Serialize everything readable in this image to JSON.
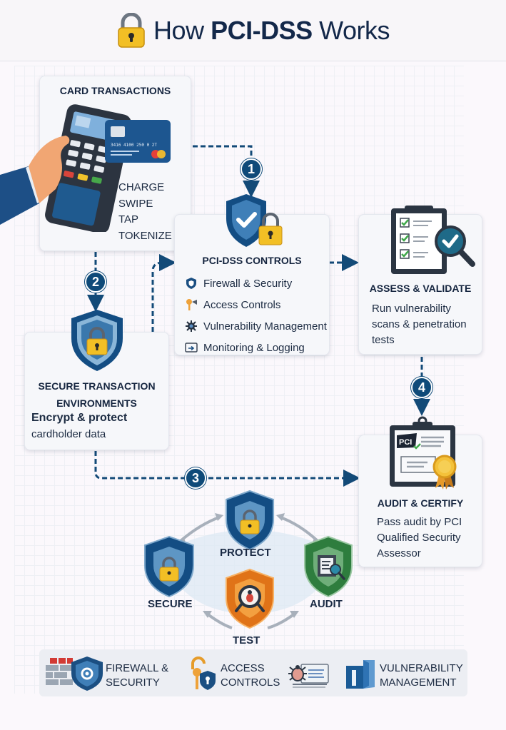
{
  "title": {
    "prefix": "How ",
    "bold": "PCI-DSS",
    "suffix": " Works",
    "icon": "padlock-icon"
  },
  "colors": {
    "navy": "#0f4a79",
    "shield_blue": "#1c5a92",
    "lock_gold": "#f2c02a",
    "audit_green": "#2e7d3e",
    "test_orange": "#e9821f",
    "card_bg": "#f6f7fa"
  },
  "steps": [
    "1",
    "2",
    "3",
    "4"
  ],
  "card_transactions": {
    "heading": "CARD TRANSACTIONS",
    "card_number": "3416 4100 250 0 2T",
    "methods": [
      "CHARGE",
      "SWIPE",
      "TAP",
      "TOKENIZE"
    ]
  },
  "pci_controls": {
    "heading": "PCI-DSS CONTROLS",
    "items": [
      {
        "label": "Firewall & Security",
        "icon": "shield-icon"
      },
      {
        "label": "Access Controls",
        "icon": "key-icon"
      },
      {
        "label": "Vulnerability Management",
        "icon": "gear-bug-icon"
      },
      {
        "label": "Monitoring & Logging",
        "icon": "monitor-icon"
      }
    ]
  },
  "assess": {
    "heading": "ASSESS & VALIDATE",
    "lines": [
      "Run vulnerability",
      "scans & penetration",
      "tests"
    ]
  },
  "secure_env": {
    "heading_lines": [
      "SECURE TRANSACTION",
      "ENVIRONMENTS"
    ],
    "bold_line": "Encrypt & protect",
    "line": "cardholder data"
  },
  "audit": {
    "heading": "AUDIT & CERTIFY",
    "badge_text": "PCI",
    "lines": [
      "Pass audit by PCI",
      "Qualified Security",
      "Assessor"
    ]
  },
  "cycle": {
    "protect": "PROTECT",
    "secure": "SECURE",
    "audit": "AUDIT",
    "test": "TEST"
  },
  "legend": [
    {
      "lines": [
        "FIREWALL &",
        "SECURITY"
      ],
      "icon": "firewall-shield-icon"
    },
    {
      "lines": [
        "ACCESS",
        "CONTROLS"
      ],
      "icon": "key-lock-icon"
    },
    {
      "lines": [],
      "icon": "bug-document-icon"
    },
    {
      "lines": [
        "VULNERABILITY",
        "MANAGEMENT"
      ],
      "icon": "vulnerability-panel-icon"
    }
  ]
}
